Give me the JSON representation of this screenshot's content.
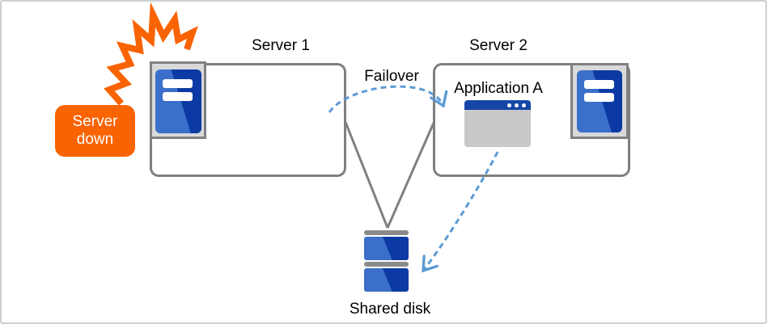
{
  "nodes": {
    "server1": {
      "label": "Server 1"
    },
    "server2": {
      "label": "Server 2"
    },
    "application": {
      "label": "Application A"
    },
    "shared_disk": {
      "label": "Shared disk"
    },
    "callout": {
      "line1": "Server",
      "line2": "down"
    }
  },
  "edges": {
    "failover": {
      "label": "Failover"
    }
  },
  "icons": {
    "server": "server-tower-icon",
    "application": "app-window-icon",
    "disk": "stacked-disk-icon",
    "burst": "crash-burst-icon"
  },
  "colors": {
    "accent_orange": "#f96302",
    "server_blue_light": "#3a6fca",
    "server_blue_dark": "#0c3aa4",
    "window_title_blue": "#1646a5",
    "window_body_gray": "#c9c9c9",
    "connector_gray": "#808080",
    "box_border_gray": "#7f7f7f",
    "tray_gray": "#d9d9d9",
    "dashed_arrow_blue": "#5b9bd5"
  }
}
